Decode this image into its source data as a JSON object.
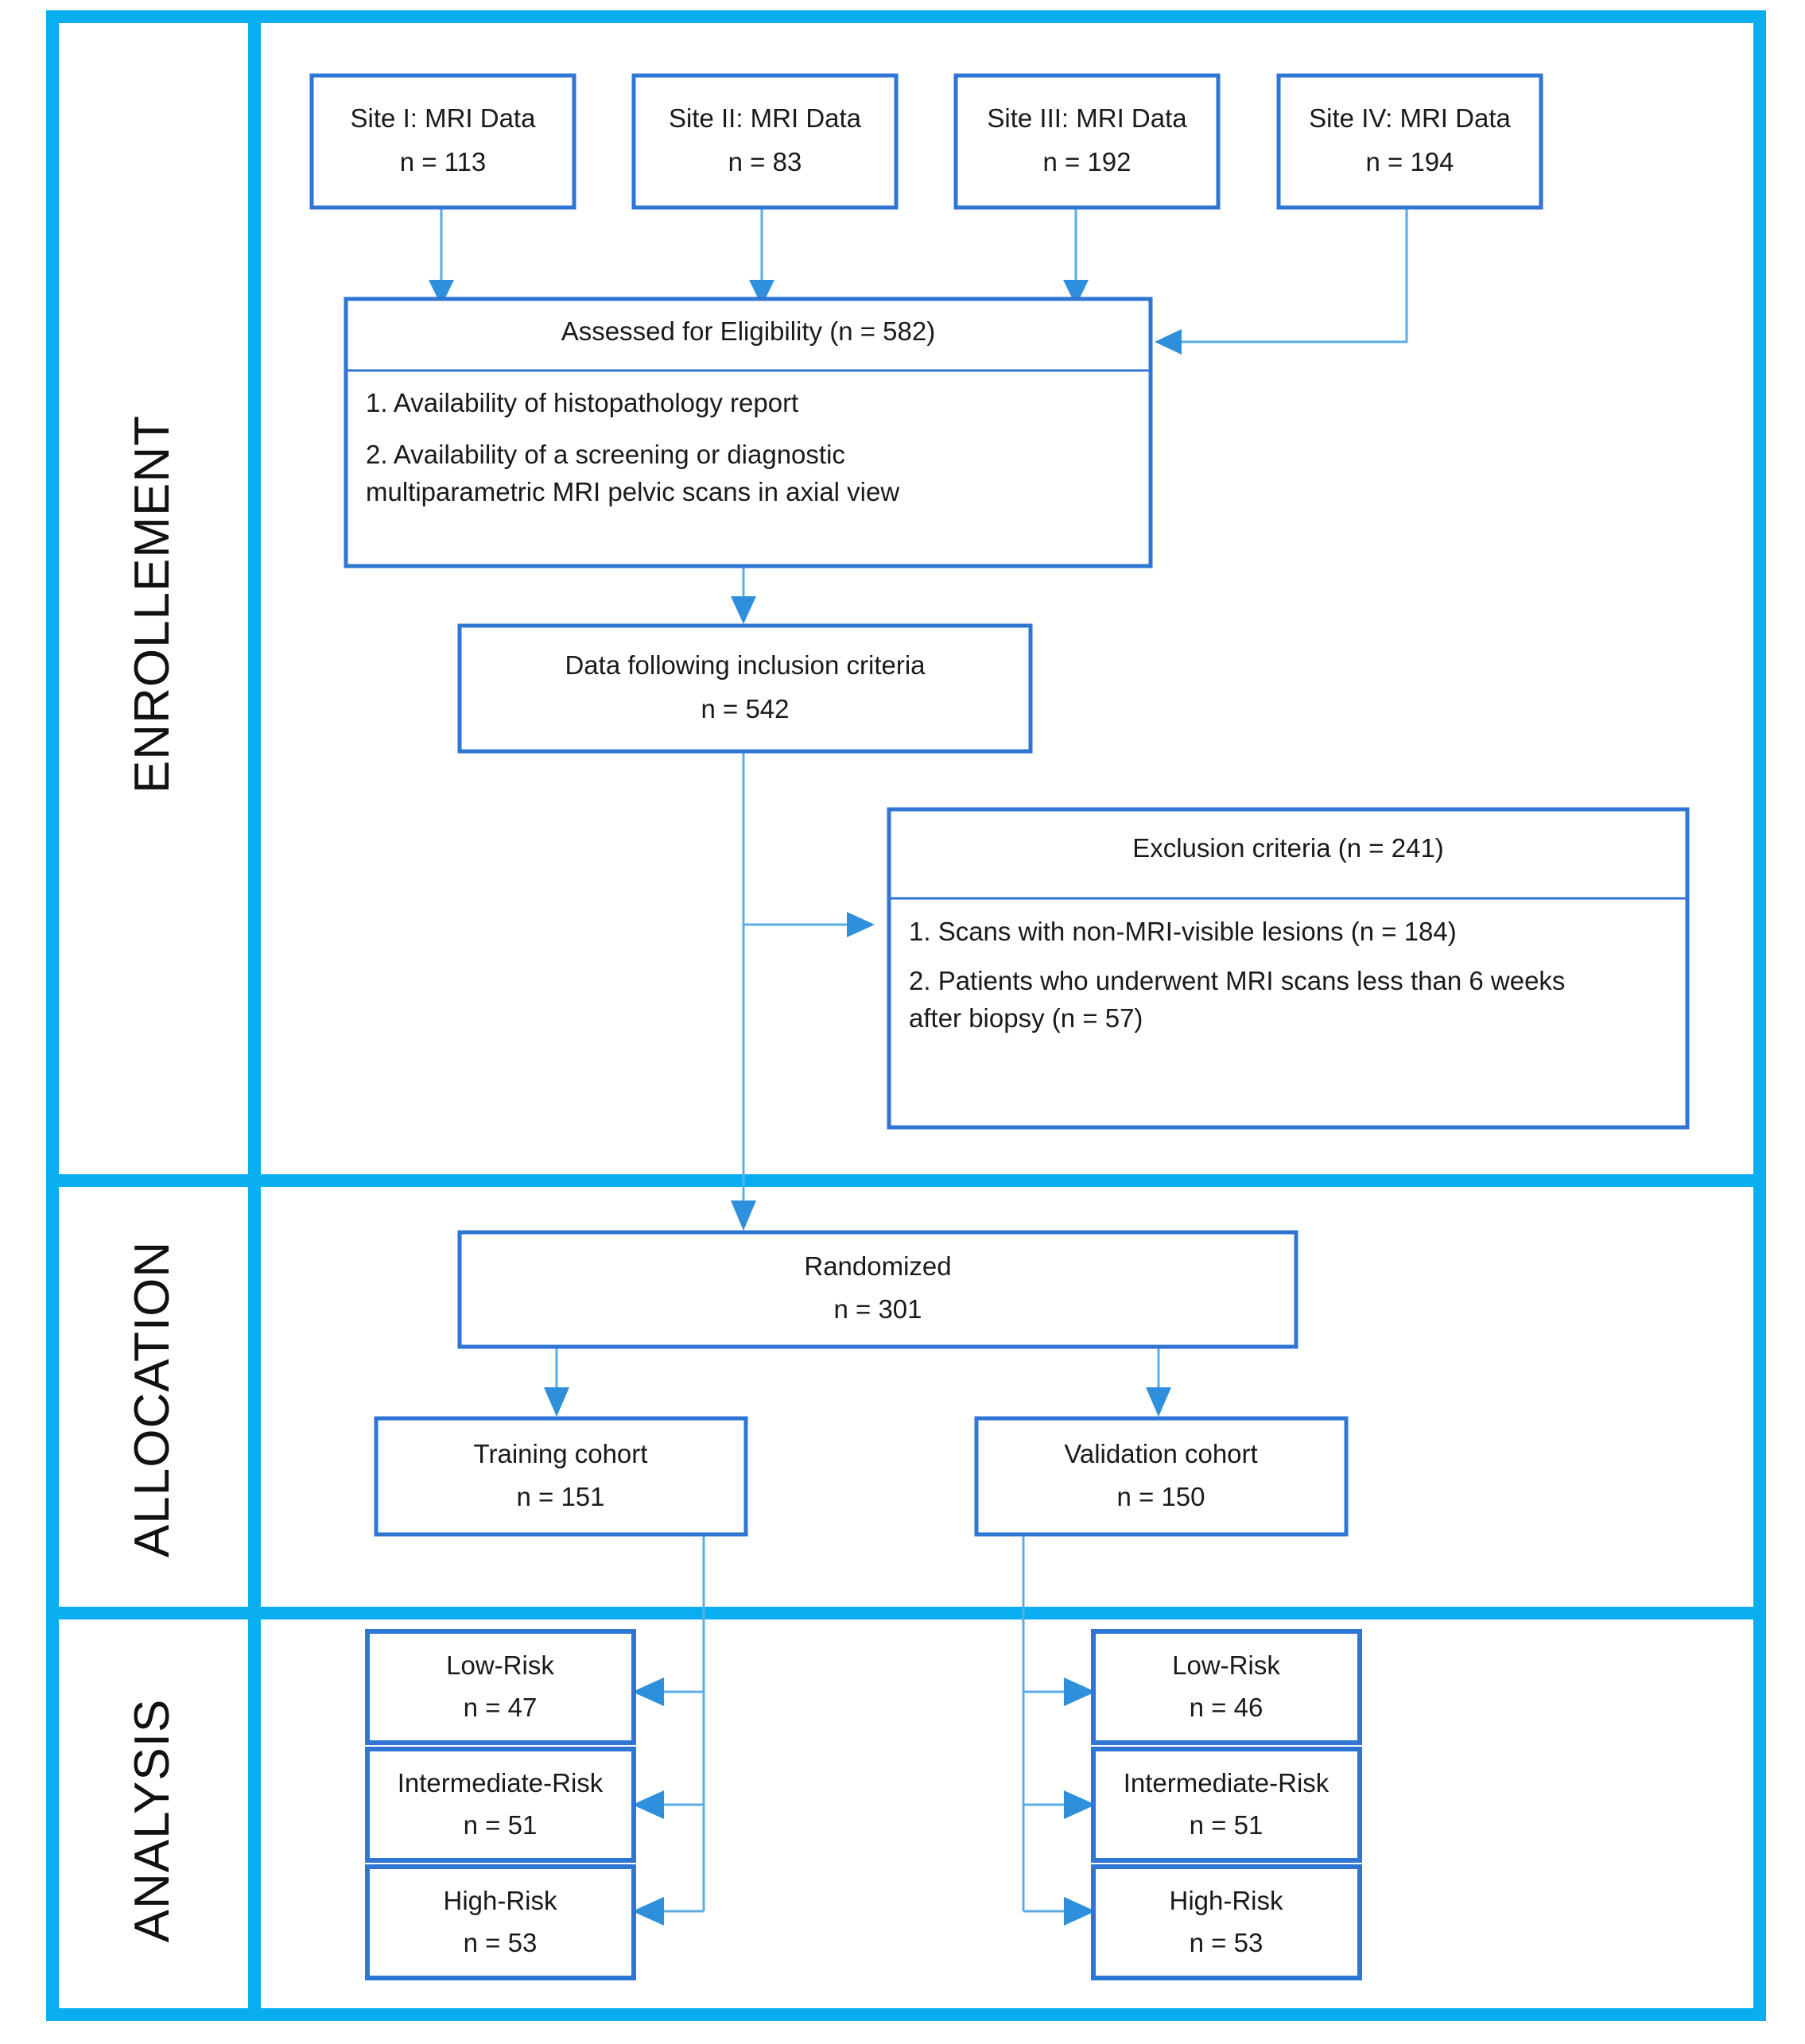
{
  "diagram": {
    "title": "CONSORT-style participant flow diagram",
    "accent_color": "#08AEF0",
    "box_border_color": "#2E75D4",
    "connector_color": "#3C9BE0",
    "stages": [
      {
        "id": "enrollement",
        "label": "ENROLLEMENT"
      },
      {
        "id": "allocation",
        "label": "ALLOCATION"
      },
      {
        "id": "analysis",
        "label": "ANALYSIS"
      }
    ],
    "sites": [
      {
        "line1": "Site I: MRI Data",
        "line2": "n = 113"
      },
      {
        "line1": "Site II: MRI Data",
        "line2": "n = 83"
      },
      {
        "line1": "Site III: MRI Data",
        "line2": "n = 192"
      },
      {
        "line1": "Site IV: MRI Data",
        "line2": "n = 194"
      }
    ],
    "eligibility": {
      "header": "Assessed for Eligibility  (n = 582)",
      "criteria": [
        "1. Availability  of histopathology report",
        "2. Availability  of a screening or diagnostic",
        "multiparametric MRI pelvic scans in axial view"
      ]
    },
    "inclusion": {
      "line1": "Data following inclusion criteria",
      "line2": "n = 542"
    },
    "exclusion": {
      "header": "Exclusion criteria (n = 241)",
      "criteria": [
        "1. Scans with non-MRI-visible lesions (n = 184)",
        "2. Patients who underwent MRI scans less than 6 weeks",
        "after biopsy (n = 57)"
      ]
    },
    "randomized": {
      "line1": "Randomized",
      "line2": "n = 301"
    },
    "cohorts": [
      {
        "id": "training",
        "line1": "Training cohort",
        "line2": "n = 151"
      },
      {
        "id": "validation",
        "line1": "Validation cohort",
        "line2": "n = 150"
      }
    ],
    "training_risk_groups": [
      {
        "line1": "Low-Risk",
        "line2": "n = 47"
      },
      {
        "line1": "Intermediate-Risk",
        "line2": "n = 51"
      },
      {
        "line1": "High-Risk",
        "line2": "n = 53"
      }
    ],
    "validation_risk_groups": [
      {
        "line1": "Low-Risk",
        "line2": "n = 46"
      },
      {
        "line1": "Intermediate-Risk",
        "line2": "n = 51"
      },
      {
        "line1": "High-Risk",
        "line2": "n = 53"
      }
    ]
  }
}
